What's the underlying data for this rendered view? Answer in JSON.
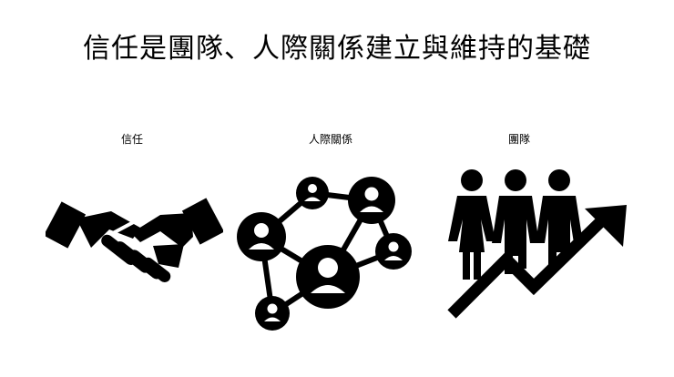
{
  "title": "信任是團隊、人際關係建立與維持的基礎",
  "columns": [
    {
      "label": "信任",
      "icon": "handshake-icon"
    },
    {
      "label": "人際關係",
      "icon": "network-people-icon"
    },
    {
      "label": "團隊",
      "icon": "team-growth-icon"
    }
  ],
  "colors": {
    "background": "#ffffff",
    "foreground": "#000000"
  }
}
